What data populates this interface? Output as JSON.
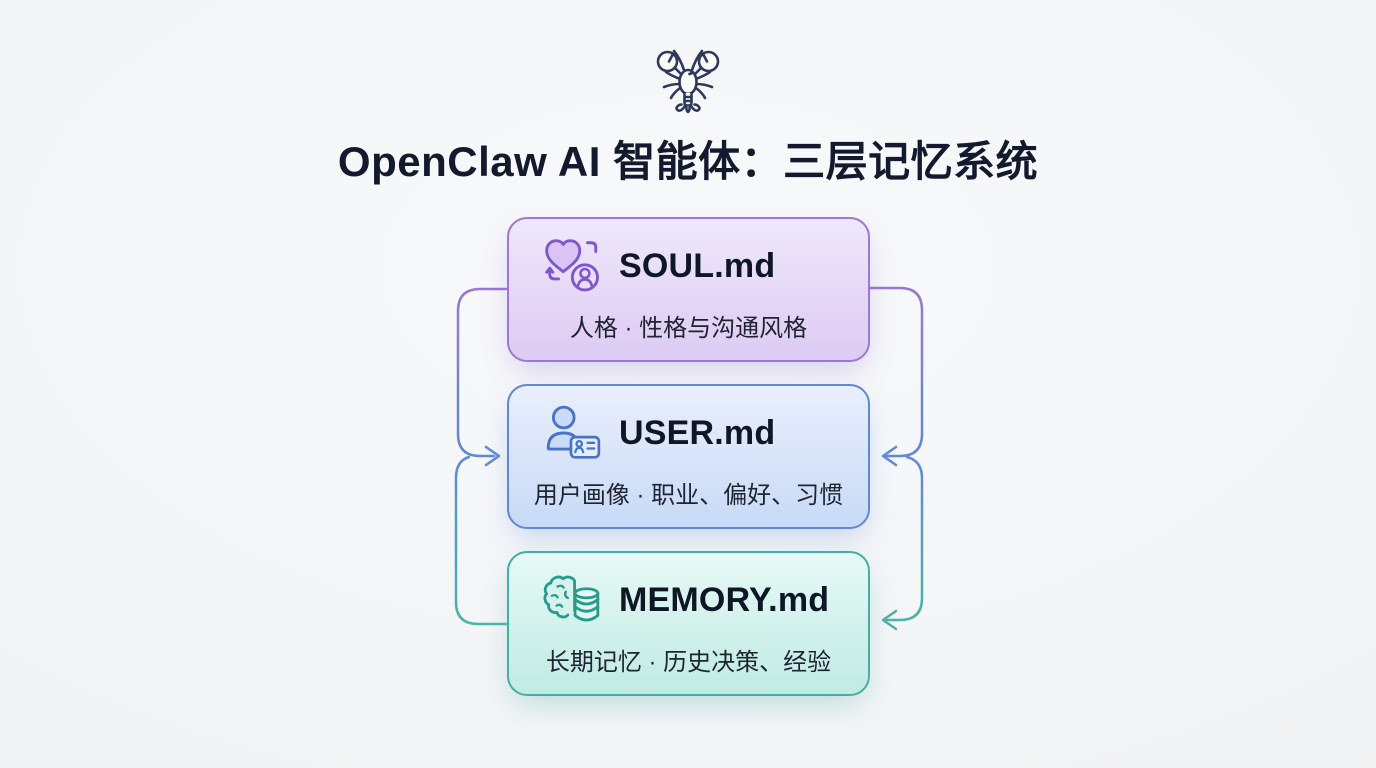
{
  "header": {
    "logo_icon": "lobster-icon",
    "title": "OpenClaw AI 智能体：三层记忆系统"
  },
  "cards": [
    {
      "id": "soul",
      "icon": "heart-person-sync-icon",
      "title": "SOUL.md",
      "subtitle": "人格 · 性格与沟通风格",
      "colors": {
        "border": "#9c77d4",
        "bg_top": "#efe8fb",
        "bg_bottom": "#ddcbf3",
        "icon": "#7e57ce"
      }
    },
    {
      "id": "user",
      "icon": "user-id-card-icon",
      "title": "USER.md",
      "subtitle": "用户画像 · 职业、偏好、习惯",
      "colors": {
        "border": "#6287d4",
        "bg_top": "#e9effc",
        "bg_bottom": "#c8daf7",
        "icon": "#4a73c6"
      }
    },
    {
      "id": "memory",
      "icon": "brain-database-icon",
      "title": "MEMORY.md",
      "subtitle": "长期记忆 · 历史决策、经验",
      "colors": {
        "border": "#43b0a2",
        "bg_top": "#e6f9f5",
        "bg_bottom": "#c0ebe3",
        "icon": "#279b8b"
      }
    }
  ],
  "connectors": {
    "stroke_width": 2.5,
    "palette": {
      "purple": "#9a78d2",
      "blue": "#6189d6",
      "teal": "#4eb3a6"
    },
    "links": [
      {
        "from": "SOUL.md",
        "to": "USER.md",
        "side": "left",
        "arrow_into": "USER.md"
      },
      {
        "from": "SOUL.md",
        "to": "USER.md",
        "side": "right",
        "arrow_into": "USER.md"
      },
      {
        "from": "USER.md",
        "to": "MEMORY.md",
        "side": "left",
        "arrow_into": null
      },
      {
        "from": "USER.md",
        "to": "MEMORY.md",
        "side": "right",
        "arrow_into": "MEMORY.md"
      }
    ]
  }
}
